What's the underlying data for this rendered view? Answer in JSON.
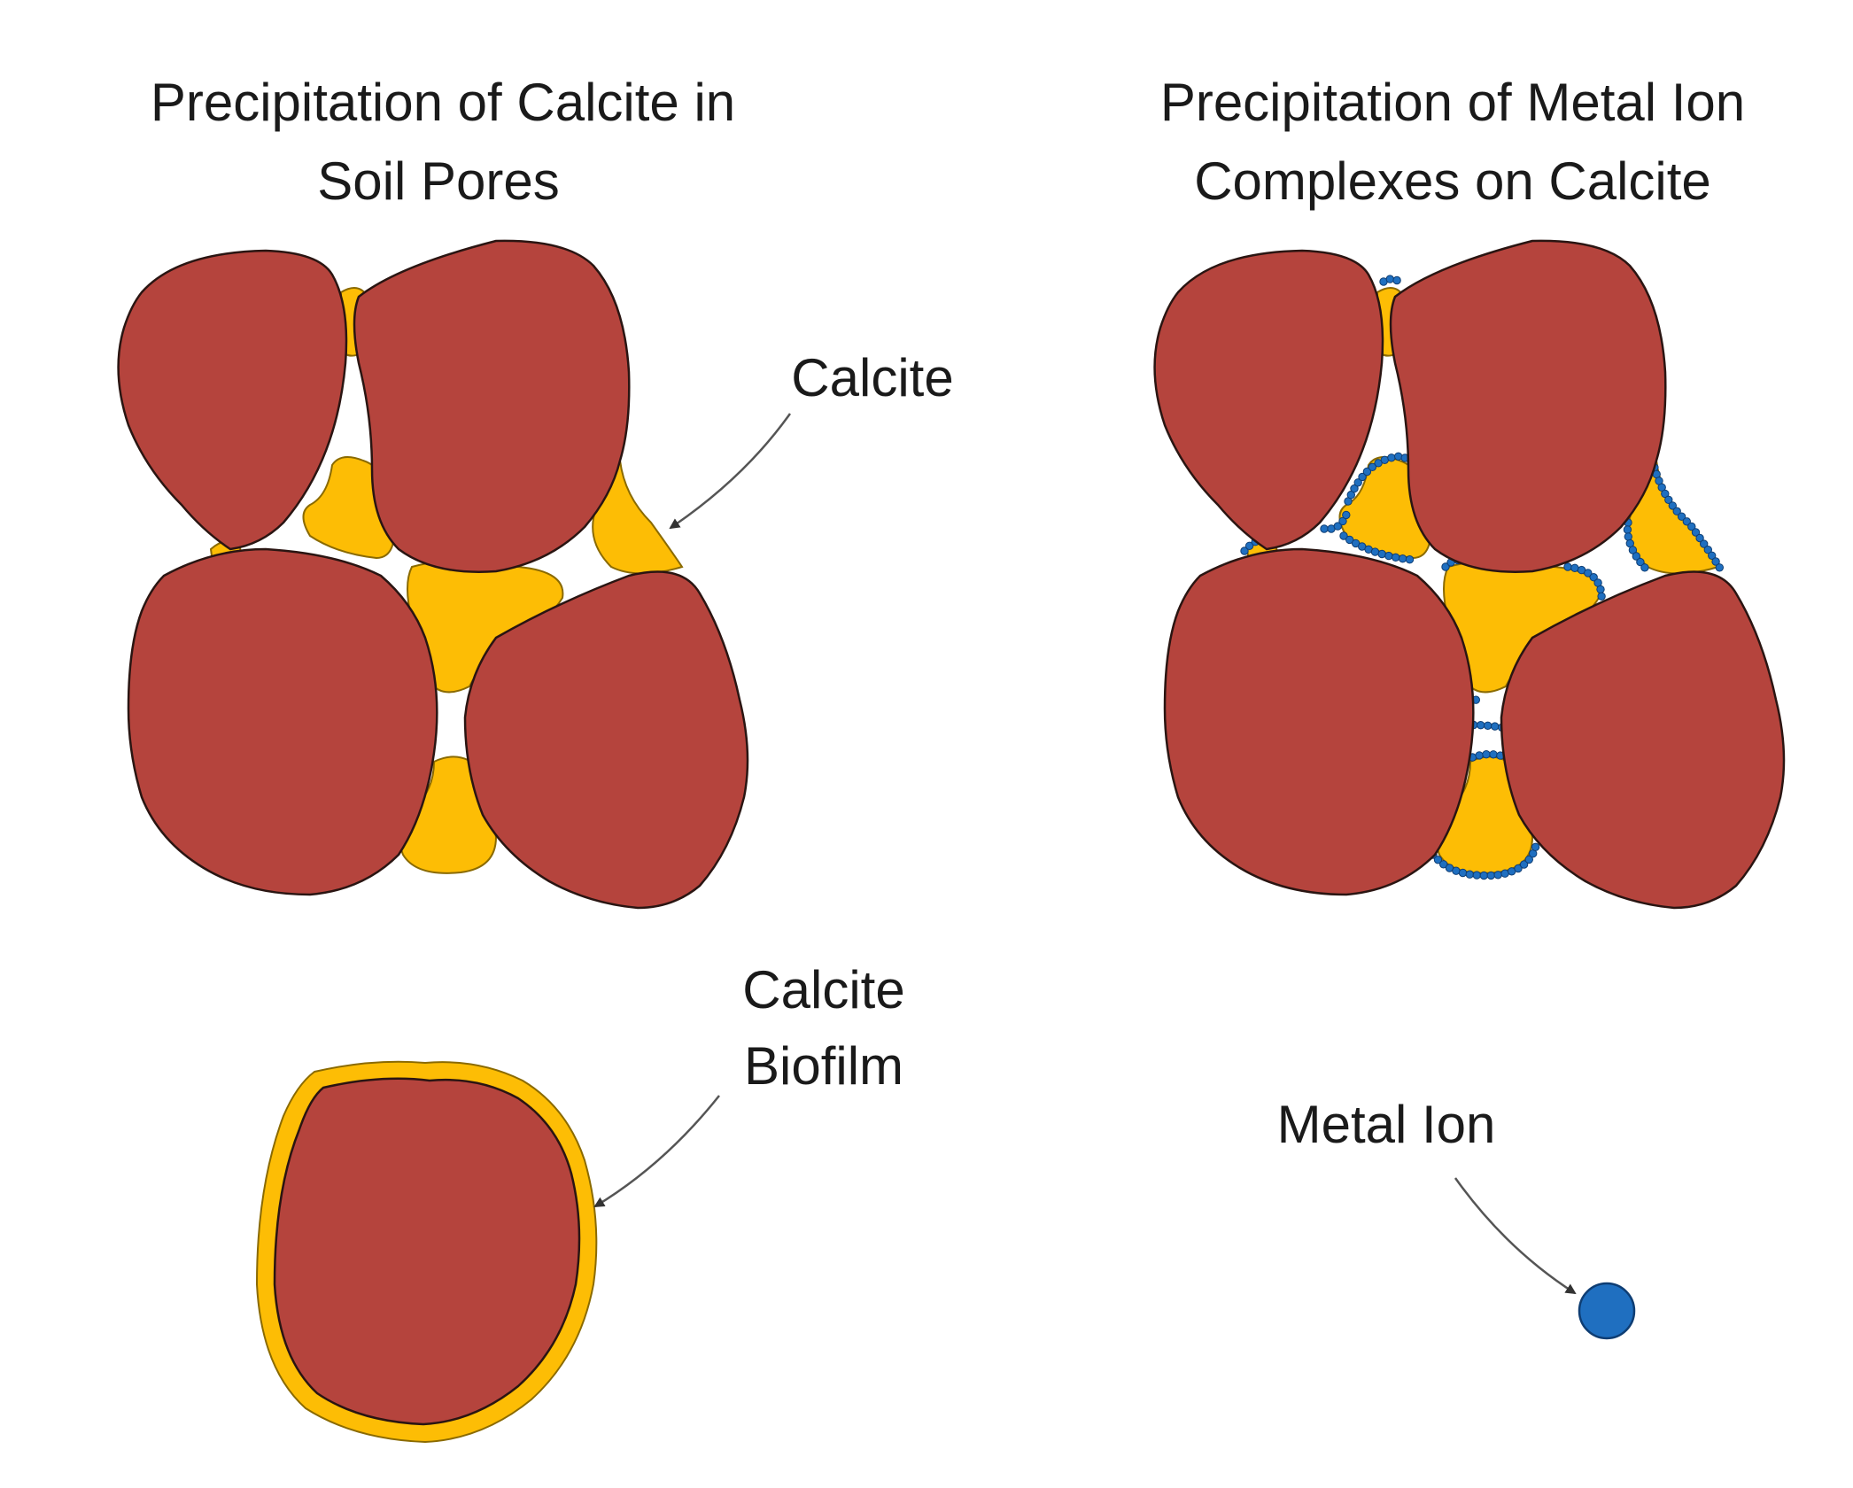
{
  "colors": {
    "soil_grain": "#B5443D",
    "calcite": "#FDBD05",
    "metal_ion": "#1F6FC0",
    "metal_ion_stroke": "#0E3D73",
    "arrow": "#555555",
    "text": "#1a1a1a"
  },
  "left_panel": {
    "title_line1": "Precipitation of Calcite in",
    "title_line2": "Soil Pores",
    "calcite_label": "Calcite",
    "biofilm_label_line1": "Calcite",
    "biofilm_label_line2": "Biofilm"
  },
  "right_panel": {
    "title_line1": "Precipitation of Metal Ion",
    "title_line2": "Complexes on Calcite",
    "metal_ion_label": "Metal Ion"
  }
}
